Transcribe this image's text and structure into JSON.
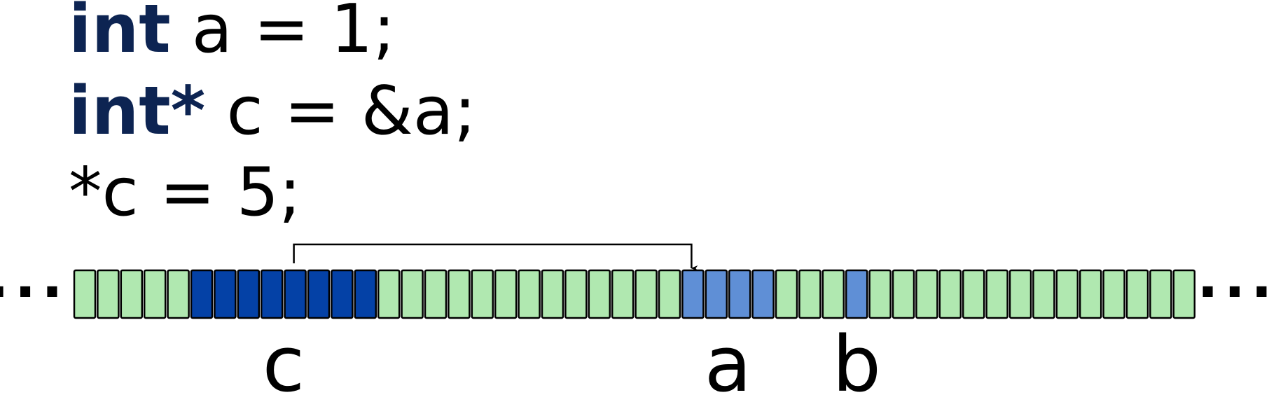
{
  "code": [
    {
      "keyword": "int",
      "rest": " a = 1;"
    },
    {
      "keyword": "int*",
      "rest": " c = &a;"
    },
    {
      "keyword": "",
      "rest": "*c = 5;"
    }
  ],
  "memory": {
    "cells": [
      "free",
      "free",
      "free",
      "free",
      "free",
      "ptr",
      "ptr",
      "ptr",
      "ptr",
      "ptr",
      "ptr",
      "ptr",
      "ptr",
      "free",
      "free",
      "free",
      "free",
      "free",
      "free",
      "free",
      "free",
      "free",
      "free",
      "free",
      "free",
      "free",
      "int",
      "int",
      "int",
      "int",
      "free",
      "free",
      "free",
      "int",
      "free",
      "free",
      "free",
      "free",
      "free",
      "free",
      "free",
      "free",
      "free",
      "free",
      "free",
      "free",
      "free",
      "free"
    ],
    "colors": {
      "free": "#b0e8b0",
      "ptr": "#0441a6",
      "int": "#5f8fd6",
      "border": "#000000"
    },
    "ellipsis_left": "...",
    "ellipsis_right": "...",
    "labels": [
      {
        "text": "c",
        "cell_start": 5,
        "cell_end": 12
      },
      {
        "text": "a",
        "cell_start": 26,
        "cell_end": 29
      },
      {
        "text": "b",
        "cell_start": 33,
        "cell_end": 33
      }
    ],
    "pointer": {
      "from_cell": 9,
      "to_cell": 26
    }
  }
}
